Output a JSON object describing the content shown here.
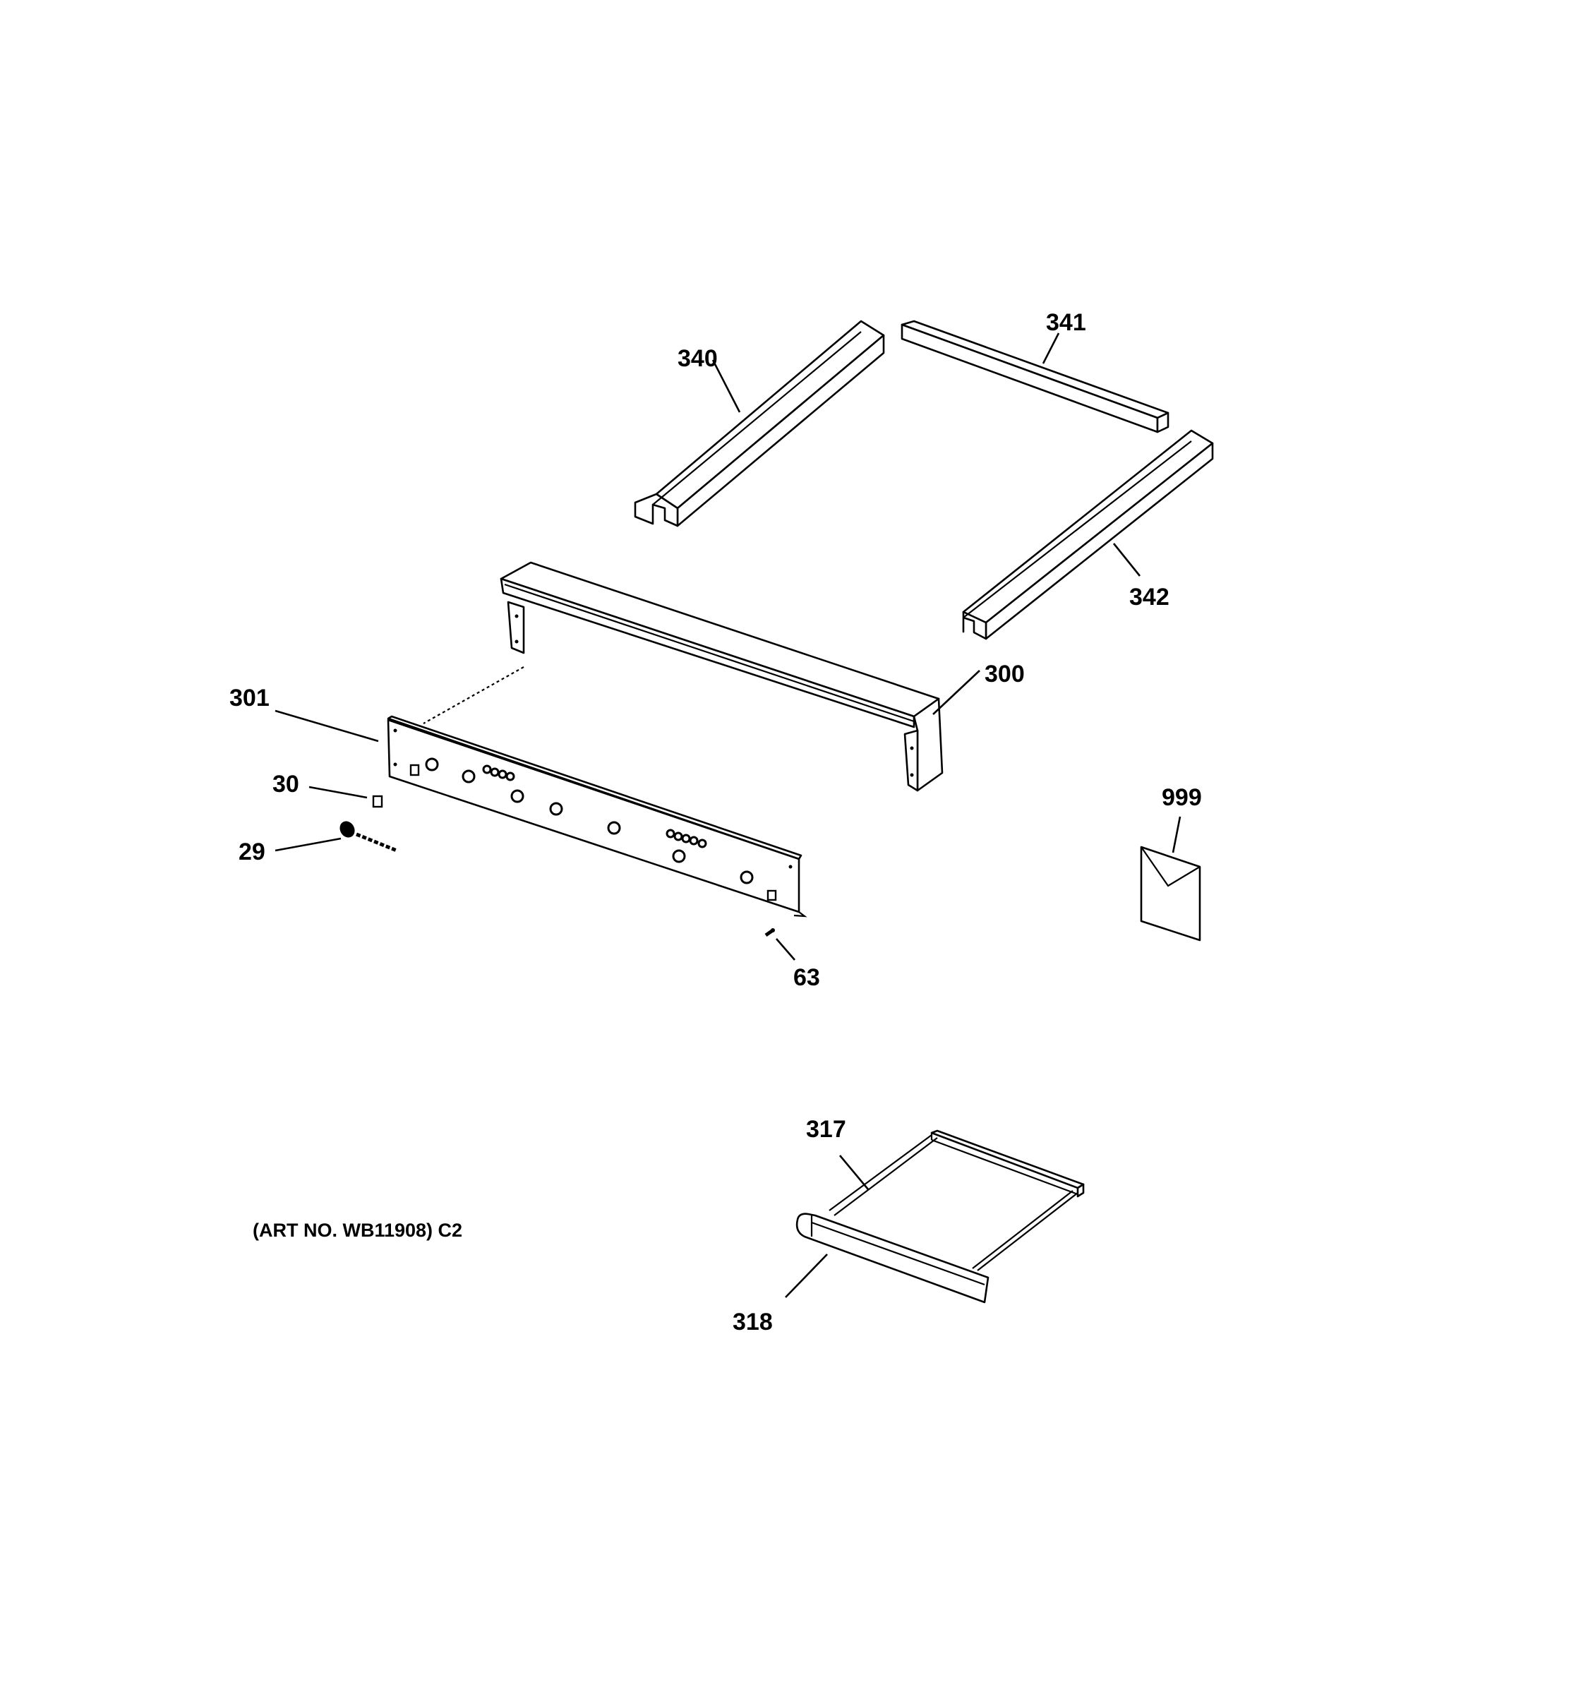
{
  "callouts": {
    "p340": "340",
    "p341": "341",
    "p342": "342",
    "p300": "300",
    "p301": "301",
    "p30": "30",
    "p29": "29",
    "p63": "63",
    "p999": "999",
    "p317": "317",
    "p318": "318"
  },
  "art_number": "(ART NO. WB11908) C2"
}
